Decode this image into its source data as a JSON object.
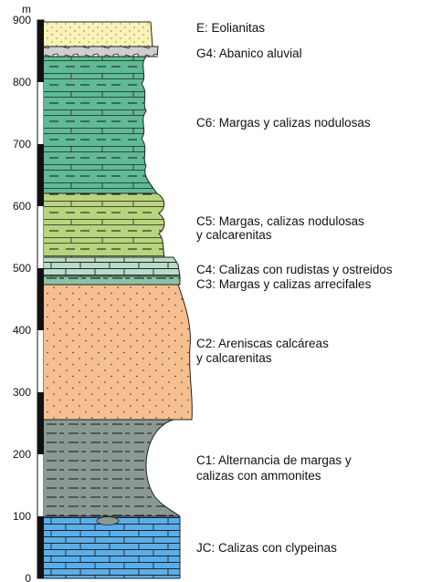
{
  "axis": {
    "unit": "m",
    "ticks": [
      "0",
      "100",
      "200",
      "300",
      "400",
      "500",
      "600",
      "700",
      "800",
      "900"
    ]
  },
  "units": [
    {
      "code": "JC",
      "label": "JC: Calizas con clypeinas",
      "fill": "#5aafeb",
      "pattern": "limestone"
    },
    {
      "code": "C1",
      "label_lines": [
        "C1: Alternancia de margas y",
        "calizas con ammonites"
      ],
      "fill": "#8a9a92",
      "pattern": "marl"
    },
    {
      "code": "C2",
      "label_lines": [
        "C2: Areniscas calcáreas",
        "y calcarenitas"
      ],
      "fill": "#f6bf8f",
      "pattern": "sandstone"
    },
    {
      "code": "C3",
      "label": "C3: Margas y calizas arrecifales",
      "fill": "#88c3a3",
      "pattern": "marl"
    },
    {
      "code": "C4",
      "label": "C4: Calizas con rudistas y ostreidos",
      "fill": "#b9dcc9",
      "pattern": "limestone"
    },
    {
      "code": "C5",
      "label_lines": [
        "C5: Margas, calizas nodulosas",
        "y calcarenitas"
      ],
      "fill": "#b8d47c",
      "pattern": "nodular"
    },
    {
      "code": "C6",
      "label": "C6: Margas y calizas nodulosas",
      "fill": "#5fbb95",
      "pattern": "nodular"
    },
    {
      "code": "G4",
      "label": "G4: Abanico aluvial",
      "fill": "#cfcfcf",
      "pattern": "conglomerate"
    },
    {
      "code": "E",
      "label": "E: Eolianitas",
      "fill": "#fbf3b5",
      "pattern": "dots"
    }
  ]
}
